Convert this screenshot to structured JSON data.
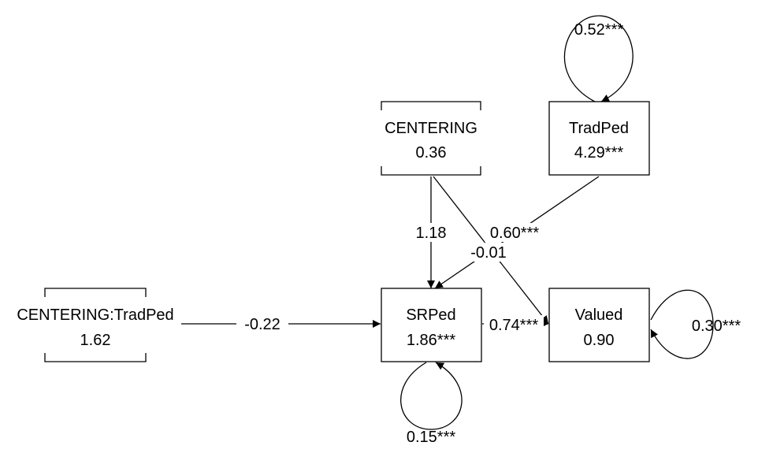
{
  "nodes": {
    "centering_tradped": {
      "name": "CENTERING:TradPed",
      "value": "1.62"
    },
    "centering": {
      "name": "CENTERING",
      "value": "0.36"
    },
    "tradped": {
      "name": "TradPed",
      "value": "4.29***"
    },
    "srped": {
      "name": "SRPed",
      "value": "1.86***"
    },
    "valued": {
      "name": "Valued",
      "value": "0.90"
    }
  },
  "paths": {
    "interaction_to_srped": "-0.22",
    "centering_to_srped": "1.18",
    "tradped_to_srped": "0.60***",
    "centering_to_valued": "-0.01",
    "srped_to_valued": "0.74***"
  },
  "residuals": {
    "tradped": "0.52***",
    "srped": "0.15***",
    "valued": "0.30***"
  }
}
